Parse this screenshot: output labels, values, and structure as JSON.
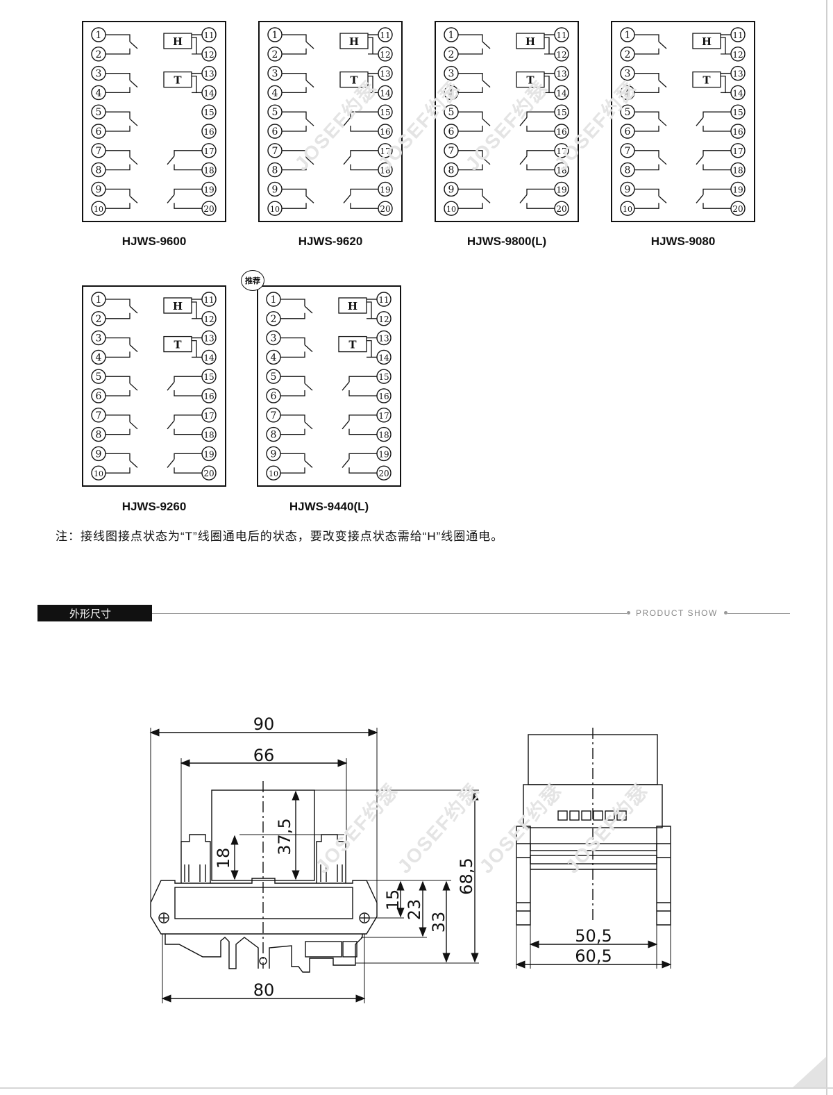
{
  "panels": [
    {
      "model": "HJWS-9600",
      "left_contacts": [
        "nc",
        "nc",
        "nc",
        "nc"
      ],
      "right_contacts": [
        "none",
        "no",
        "no"
      ]
    },
    {
      "model": "HJWS-9620",
      "left_contacts": [
        "nc",
        "nc",
        "nc",
        "nc"
      ],
      "right_contacts": [
        "no",
        "no",
        "no"
      ]
    },
    {
      "model": "HJWS-9800(L)",
      "left_contacts": [
        "nc",
        "nc",
        "nc",
        "nc"
      ],
      "right_contacts": [
        "no",
        "no",
        "no"
      ]
    },
    {
      "model": "HJWS-9080",
      "left_contacts": [
        "nc",
        "nc",
        "nc",
        "nc"
      ],
      "right_contacts": [
        "no",
        "no",
        "no"
      ]
    },
    {
      "model": "HJWS-9260",
      "left_contacts": [
        "nc",
        "nc",
        "nc",
        "nc"
      ],
      "right_contacts": [
        "no",
        "no",
        "no"
      ]
    },
    {
      "model": "HJWS-9440(L)",
      "left_contacts": [
        "nc",
        "nc",
        "nc",
        "nc"
      ],
      "right_contacts": [
        "no",
        "no",
        "no"
      ]
    }
  ],
  "terminals_left": [
    "1",
    "2",
    "3",
    "4",
    "5",
    "6",
    "7",
    "8",
    "9",
    "10"
  ],
  "terminals_right": [
    "11",
    "12",
    "13",
    "14",
    "15",
    "16",
    "17",
    "18",
    "19",
    "20"
  ],
  "coil_labels": {
    "h": "H",
    "t": "T"
  },
  "badge": "推荐",
  "note": "注：接线图接点状态为“T”线圈通电后的状态，要改变接点状态需给“H”线圈通电。",
  "section": {
    "title": "外形尺寸",
    "subtitle": "PRODUCT SHOW"
  },
  "dimensions": {
    "front": {
      "overall_width": "90",
      "body_width": "66",
      "rail_width": "80",
      "height_body": "37,5",
      "terminal_height": "18",
      "overall_height": "68,5",
      "h15": "15",
      "h23": "23",
      "h33": "33"
    },
    "side": {
      "inner_width": "50,5",
      "outer_width": "60,5"
    }
  },
  "watermark": "JOSEF约瑟",
  "colors": {
    "line": "#111111",
    "watermark": "#e4e4e4",
    "section_bar": "#111111"
  }
}
